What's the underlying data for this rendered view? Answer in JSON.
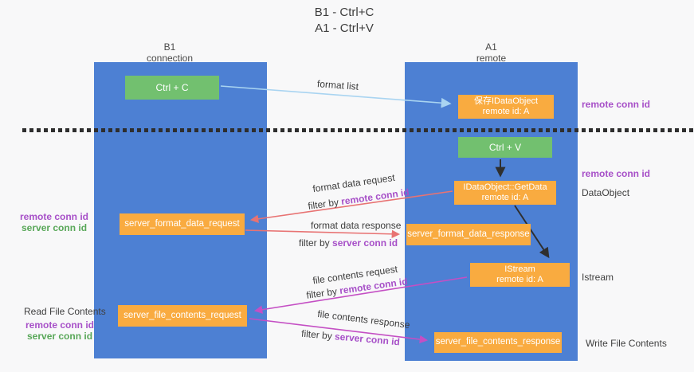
{
  "title": {
    "line1": "B1 - Ctrl+C",
    "line2": "A1 - Ctrl+V"
  },
  "lanes": {
    "left": {
      "name": "B1",
      "role": "connection"
    },
    "right": {
      "name": "A1",
      "role": "remote"
    }
  },
  "nodes": {
    "ctrl_c": {
      "label": "Ctrl + C"
    },
    "ctrl_v": {
      "label": "Ctrl + V"
    },
    "save_dataobject": {
      "line1": "保存IDataObject",
      "line2": "remote id: A"
    },
    "getdata": {
      "line1": "IDataObject::GetData",
      "line2": "remote id: A"
    },
    "istream": {
      "line1": "IStream",
      "line2": "remote id: A"
    },
    "server_format_data_request": {
      "label": "server_format_data_request"
    },
    "server_format_data_response": {
      "label": "server_format_data_response"
    },
    "server_file_contents_request": {
      "label": "server_file_contents_request"
    },
    "server_file_contents_response": {
      "label": "server_file_contents_response"
    }
  },
  "flow_labels": {
    "format_list": "format list",
    "format_data_request": "format data request",
    "format_data_response": "format data response",
    "file_contents_request": "file contents request",
    "file_contents_response": "file contents response",
    "filter_by": "filter by",
    "remote_conn_id": "remote conn id",
    "server_conn_id": "server conn id"
  },
  "side_labels": {
    "remote_conn_id": "remote conn id",
    "server_conn_id": "server conn id",
    "dataobject": "DataObject",
    "istream": "Istream",
    "read_file_contents": "Read File Contents",
    "write_file_contents": "Write File Contents"
  },
  "colors": {
    "lane_blue": "#4d80d3",
    "box_green": "#72c06f",
    "box_orange": "#f9ab40",
    "label_purple": "#a750c8",
    "label_green": "#58a758",
    "arrow_red": "#e87373",
    "arrow_magenta": "#c44fc4",
    "arrow_lightblue": "#a9d4f1",
    "arrow_black": "#2f2f2f",
    "background": "#f8f8f9"
  }
}
